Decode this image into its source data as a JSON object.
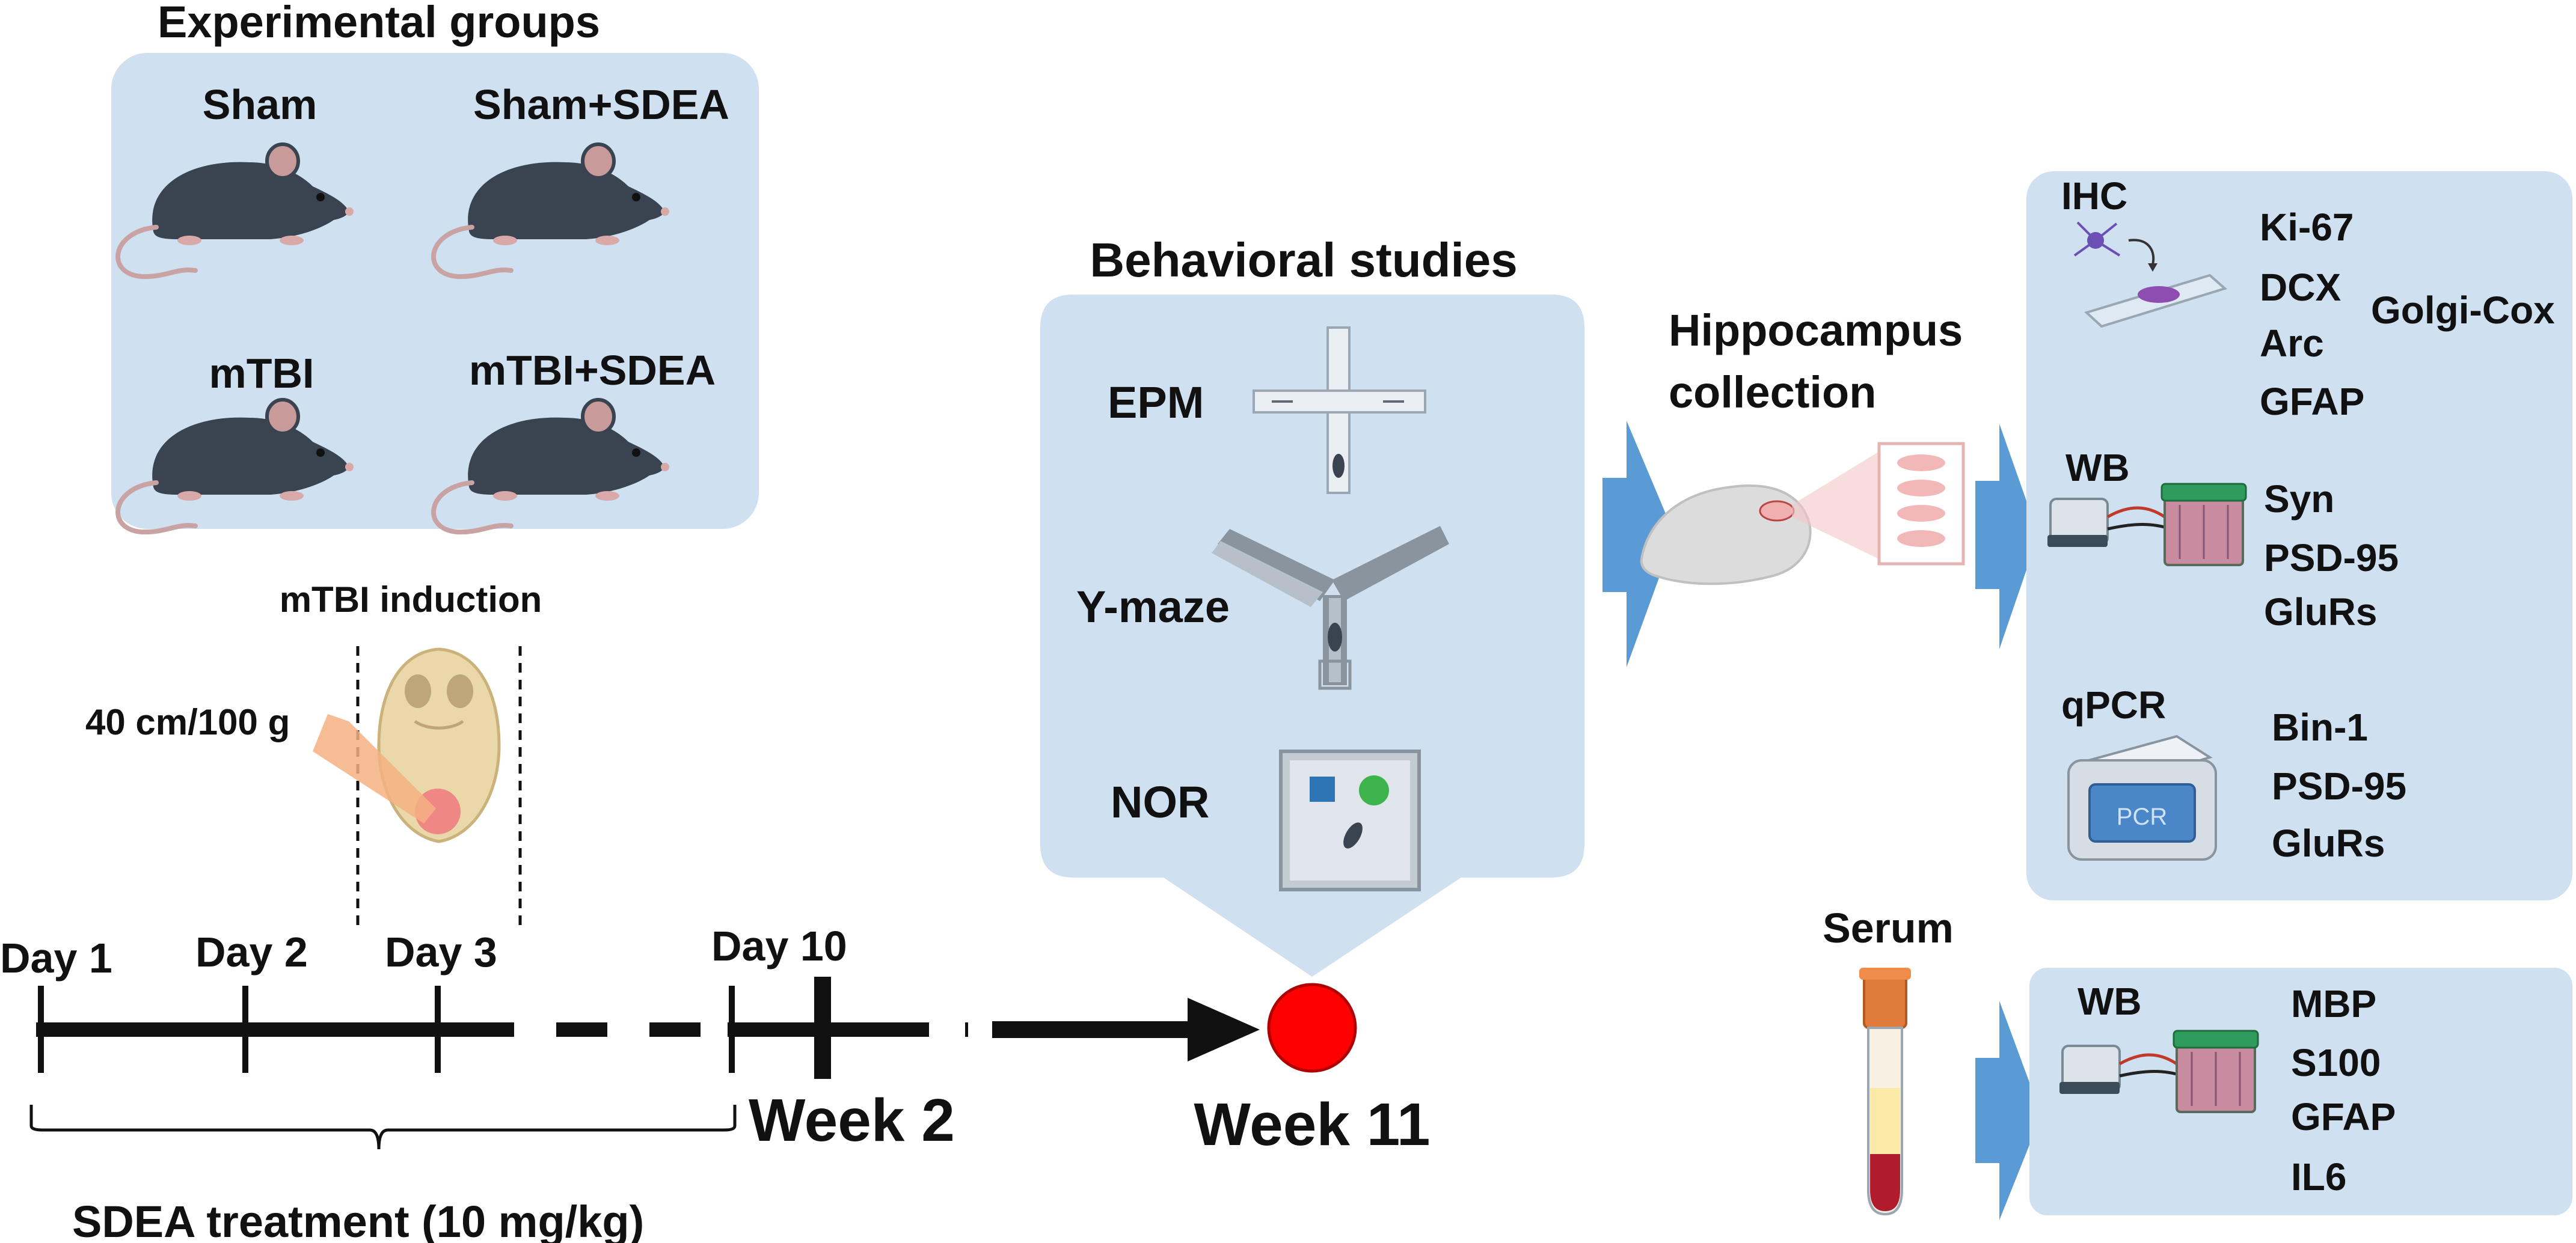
{
  "experimental_groups": {
    "title": "Experimental groups",
    "groups": [
      "Sham",
      "Sham+SDEA",
      "mTBI",
      "mTBI+SDEA"
    ]
  },
  "induction": {
    "title": "mTBI induction",
    "weight_drop": "40 cm/100 g"
  },
  "timeline": {
    "day_labels": [
      "Day 1",
      "Day 2",
      "Day 3",
      "Day 10"
    ],
    "week_2": "Week 2",
    "week_11": "Week 11",
    "treatment": "SDEA treatment (10 mg/kg)"
  },
  "behavioral": {
    "title": "Behavioral studies",
    "tests": [
      "EPM",
      "Y-maze",
      "NOR"
    ]
  },
  "hippocampus": {
    "line1": "Hippocampus",
    "line2": "collection"
  },
  "hippocampus_assays": {
    "ihc": {
      "label": "IHC",
      "markers": [
        "Ki-67",
        "DCX",
        "Arc",
        "GFAP"
      ],
      "extra": "Golgi-Cox"
    },
    "wb": {
      "label": "WB",
      "markers": [
        "Syn",
        "PSD-95",
        "GluRs"
      ]
    },
    "qpcr": {
      "label": "qPCR",
      "markers": [
        "Bin-1",
        "PSD-95",
        "GluRs"
      ],
      "device_text": "PCR"
    }
  },
  "serum": {
    "title": "Serum",
    "wb_label": "WB",
    "markers": [
      "MBP",
      "S100",
      "GFAP",
      "IL6"
    ]
  },
  "colors": {
    "panel": "#cfe0f1",
    "arrow_blue": "#5b9bd5",
    "mouse": "#3a4350",
    "endpoint": "#ff0000",
    "line": "#111111"
  }
}
